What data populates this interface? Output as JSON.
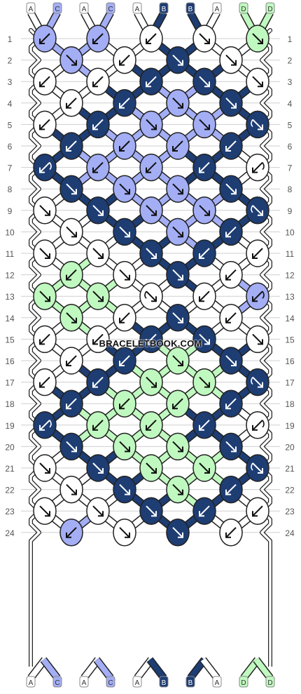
{
  "pattern": {
    "strings_top": [
      "A",
      "C",
      "A",
      "C",
      "A",
      "B",
      "B",
      "A",
      "D",
      "D"
    ],
    "strings_bottom": [
      "A",
      "C",
      "A",
      "C",
      "A",
      "B",
      "B",
      "A",
      "D",
      "D"
    ],
    "row_numbers": [
      "1",
      "2",
      "3",
      "4",
      "5",
      "6",
      "7",
      "8",
      "9",
      "10",
      "11",
      "12",
      "13",
      "14",
      "15",
      "16",
      "17",
      "18",
      "19",
      "20",
      "21",
      "22",
      "23",
      "24"
    ],
    "watermark": "BRACELETBOOK.COM",
    "colors": {
      "A": "#ffffff",
      "B": "#1d3d73",
      "C": "#a3aef5",
      "D": "#c0f9c0"
    },
    "knot_legend": {
      "R": "right-forward knot ↘",
      "L": "left-forward knot ↙",
      "RB": "right backward knot ↘↩",
      "LB": "left backward knot ↙↪"
    },
    "rows": [
      [
        {
          "c": "C",
          "k": "L"
        },
        {
          "c": "C",
          "k": "L"
        },
        {
          "c": "A",
          "k": "L"
        },
        {
          "c": "A",
          "k": "R"
        },
        {
          "c": "D",
          "k": "R"
        }
      ],
      [
        {
          "c": "C",
          "k": "R"
        },
        {
          "c": "A",
          "k": "L"
        },
        {
          "c": "B",
          "k": "R"
        },
        {
          "c": "A",
          "k": "R"
        }
      ],
      [
        {
          "c": "A",
          "k": "L"
        },
        {
          "c": "A",
          "k": "L"
        },
        {
          "c": "B",
          "k": "L"
        },
        {
          "c": "B",
          "k": "R"
        },
        {
          "c": "A",
          "k": "R"
        }
      ],
      [
        {
          "c": "A",
          "k": "L"
        },
        {
          "c": "B",
          "k": "L"
        },
        {
          "c": "C",
          "k": "R"
        },
        {
          "c": "B",
          "k": "R"
        }
      ],
      [
        {
          "c": "A",
          "k": "L"
        },
        {
          "c": "B",
          "k": "L"
        },
        {
          "c": "C",
          "k": "R"
        },
        {
          "c": "C",
          "k": "R"
        },
        {
          "c": "B",
          "k": "RB"
        }
      ],
      [
        {
          "c": "B",
          "k": "L"
        },
        {
          "c": "C",
          "k": "L"
        },
        {
          "c": "C",
          "k": "L"
        },
        {
          "c": "B",
          "k": "L"
        }
      ],
      [
        {
          "c": "B",
          "k": "LB"
        },
        {
          "c": "C",
          "k": "L"
        },
        {
          "c": "C",
          "k": "L"
        },
        {
          "c": "B",
          "k": "L"
        },
        {
          "c": "A",
          "k": "LB"
        }
      ],
      [
        {
          "c": "B",
          "k": "R"
        },
        {
          "c": "C",
          "k": "R"
        },
        {
          "c": "C",
          "k": "R"
        },
        {
          "c": "B",
          "k": "R"
        }
      ],
      [
        {
          "c": "A",
          "k": "R"
        },
        {
          "c": "B",
          "k": "R"
        },
        {
          "c": "C",
          "k": "R"
        },
        {
          "c": "C",
          "k": "R"
        },
        {
          "c": "B",
          "k": "RB"
        }
      ],
      [
        {
          "c": "A",
          "k": "R"
        },
        {
          "c": "B",
          "k": "R"
        },
        {
          "c": "C",
          "k": "R"
        },
        {
          "c": "B",
          "k": "L"
        }
      ],
      [
        {
          "c": "A",
          "k": "R"
        },
        {
          "c": "A",
          "k": "R"
        },
        {
          "c": "B",
          "k": "R"
        },
        {
          "c": "B",
          "k": "L"
        },
        {
          "c": "A",
          "k": "L"
        }
      ],
      [
        {
          "c": "D",
          "k": "L"
        },
        {
          "c": "A",
          "k": "R"
        },
        {
          "c": "B",
          "k": "R"
        },
        {
          "c": "A",
          "k": "L"
        }
      ],
      [
        {
          "c": "D",
          "k": "R"
        },
        {
          "c": "D",
          "k": "R"
        },
        {
          "c": "A",
          "k": "RB"
        },
        {
          "c": "A",
          "k": "L"
        },
        {
          "c": "C",
          "k": "LB"
        }
      ],
      [
        {
          "c": "D",
          "k": "R"
        },
        {
          "c": "A",
          "k": "L"
        },
        {
          "c": "B",
          "k": "R"
        },
        {
          "c": "A",
          "k": "L"
        }
      ],
      [
        {
          "c": "A",
          "k": "L"
        },
        {
          "c": "A",
          "k": "L"
        },
        {
          "c": "B",
          "k": "L"
        },
        {
          "c": "B",
          "k": "R"
        },
        {
          "c": "A",
          "k": "R"
        }
      ],
      [
        {
          "c": "A",
          "k": "L"
        },
        {
          "c": "B",
          "k": "L"
        },
        {
          "c": "D",
          "k": "R"
        },
        {
          "c": "B",
          "k": "R"
        }
      ],
      [
        {
          "c": "A",
          "k": "L"
        },
        {
          "c": "B",
          "k": "L"
        },
        {
          "c": "D",
          "k": "R"
        },
        {
          "c": "D",
          "k": "R"
        },
        {
          "c": "B",
          "k": "RB"
        }
      ],
      [
        {
          "c": "B",
          "k": "L"
        },
        {
          "c": "D",
          "k": "L"
        },
        {
          "c": "D",
          "k": "L"
        },
        {
          "c": "B",
          "k": "L"
        }
      ],
      [
        {
          "c": "B",
          "k": "LB"
        },
        {
          "c": "D",
          "k": "L"
        },
        {
          "c": "D",
          "k": "L"
        },
        {
          "c": "B",
          "k": "L"
        },
        {
          "c": "A",
          "k": "LB"
        }
      ],
      [
        {
          "c": "B",
          "k": "R"
        },
        {
          "c": "D",
          "k": "R"
        },
        {
          "c": "D",
          "k": "R"
        },
        {
          "c": "B",
          "k": "R"
        }
      ],
      [
        {
          "c": "A",
          "k": "R"
        },
        {
          "c": "B",
          "k": "R"
        },
        {
          "c": "D",
          "k": "R"
        },
        {
          "c": "D",
          "k": "R"
        },
        {
          "c": "B",
          "k": "RB"
        }
      ],
      [
        {
          "c": "A",
          "k": "R"
        },
        {
          "c": "B",
          "k": "R"
        },
        {
          "c": "D",
          "k": "R"
        },
        {
          "c": "B",
          "k": "L"
        }
      ],
      [
        {
          "c": "A",
          "k": "R"
        },
        {
          "c": "A",
          "k": "R"
        },
        {
          "c": "B",
          "k": "R"
        },
        {
          "c": "B",
          "k": "L"
        },
        {
          "c": "A",
          "k": "L"
        }
      ],
      [
        {
          "c": "C",
          "k": "L"
        },
        {
          "c": "A",
          "k": "R"
        },
        {
          "c": "B",
          "k": "R"
        },
        {
          "c": "A",
          "k": "L"
        }
      ]
    ]
  }
}
